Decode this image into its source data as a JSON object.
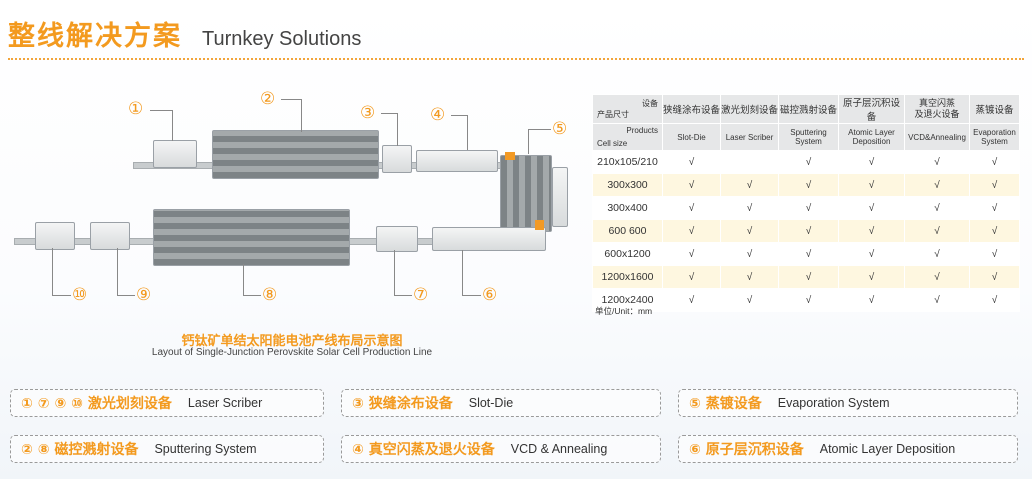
{
  "header": {
    "title_cn": "整线解决方案",
    "title_en": "Turnkey Solutions"
  },
  "callouts": [
    "①",
    "②",
    "③",
    "④",
    "⑤",
    "⑥",
    "⑦",
    "⑧",
    "⑨",
    "⑩"
  ],
  "caption": {
    "cn": "钙钛矿单结太阳能电池产线布局示意图",
    "en": "Layout of Single-Junction Perovskite Solar Cell Production Line"
  },
  "table": {
    "corner_top": "设备",
    "corner_bottom": "产品尺寸",
    "corner_top_en": "Products",
    "corner_bottom_en": "Cell size",
    "headers_cn": [
      "狭缝涂布设备",
      "激光划刻设备",
      "磁控溅射设备",
      "原子层沉积设备",
      "真空闪蒸\n及退火设备",
      "蒸镀设备"
    ],
    "headers_en": [
      "Slot-Die",
      "Laser Scriber",
      "Sputtering\nSystem",
      "Atomic Layer\nDeposition",
      "VCD&Annealing",
      "Evaporation\nSystem"
    ],
    "rows": [
      {
        "size": "210x105/210",
        "cells": [
          "√",
          "",
          "√",
          "√",
          "√",
          "√"
        ]
      },
      {
        "size": "300x300",
        "cells": [
          "√",
          "√",
          "√",
          "√",
          "√",
          "√"
        ]
      },
      {
        "size": "300x400",
        "cells": [
          "√",
          "√",
          "√",
          "√",
          "√",
          "√"
        ]
      },
      {
        "size": "600 600",
        "cells": [
          "√",
          "√",
          "√",
          "√",
          "√",
          "√"
        ]
      },
      {
        "size": "600x1200",
        "cells": [
          "√",
          "√",
          "√",
          "√",
          "√",
          "√"
        ]
      },
      {
        "size": "1200x1600",
        "cells": [
          "√",
          "√",
          "√",
          "√",
          "√",
          "√"
        ]
      },
      {
        "size": "1200x2400",
        "cells": [
          "√",
          "√",
          "√",
          "√",
          "√",
          "√"
        ]
      }
    ],
    "unit": "单位/Unit：mm"
  },
  "legend": [
    {
      "cn": "① ⑦ ⑨ ⑩ 激光划刻设备",
      "en": "Laser Scriber"
    },
    {
      "cn": "③ 狭缝涂布设备",
      "en": "Slot-Die"
    },
    {
      "cn": "⑤ 蒸镀设备",
      "en": "Evaporation System"
    },
    {
      "cn": "② ⑧ 磁控溅射设备",
      "en": "Sputtering System"
    },
    {
      "cn": "④ 真空闪蒸及退火设备",
      "en": "VCD & Annealing"
    },
    {
      "cn": "⑥ 原子层沉积设备",
      "en": "Atomic Layer Deposition"
    }
  ],
  "colors": {
    "accent": "#f39a1f",
    "row_highlight": "#fef7e0",
    "header_bg": "#e6e7e8"
  }
}
